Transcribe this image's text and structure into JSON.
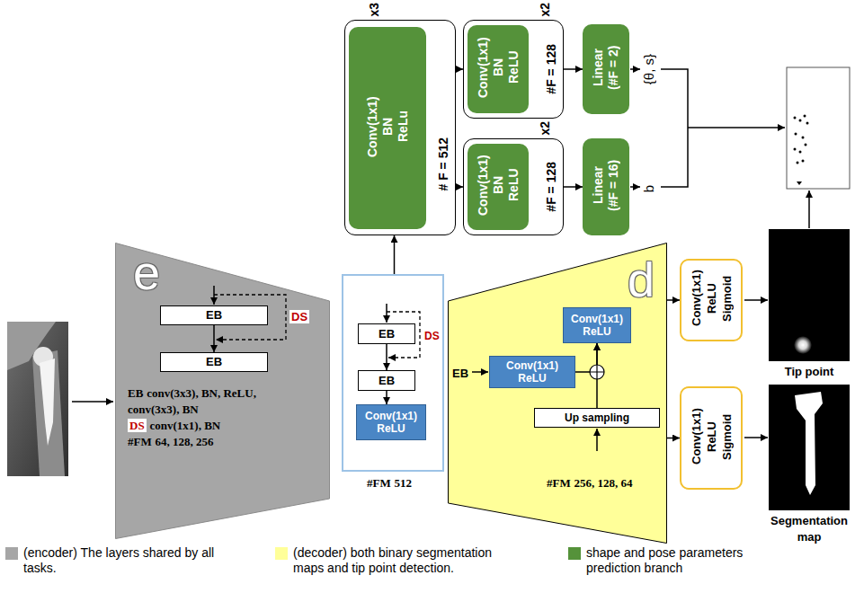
{
  "diagram": {
    "nodes": [
      {
        "text": [
          "e",
          "EB",
          "conv(3x3), BN, ReLU, conv(3x3), BN",
          "DS",
          "conv(1x1), BN",
          "#FM",
          "64, 128, 256"
        ]
      },
      {
        "text": [
          "EB"
        ],
        "in": 0
      },
      {
        "text": [
          "EB"
        ],
        "in": 0
      },
      {
        "text": [
          "#FM",
          "512"
        ]
      },
      {
        "text": [
          "EB"
        ],
        "in": 3
      },
      {
        "text": [
          "EB"
        ],
        "in": 3
      },
      {
        "text": [
          "Conv(1x1) ReLU"
        ],
        "in": 3
      },
      {
        "text": [
          "x3",
          "# F = 512"
        ]
      },
      {
        "text": [
          "Conv(1x1) BN ReLu"
        ],
        "in": 7
      },
      {
        "text": [
          "x2",
          "#F = 128"
        ]
      },
      {
        "text": [
          "Conv(1x1) BN ReLU"
        ],
        "in": 9
      },
      {
        "text": [
          "x2",
          "#F = 128"
        ]
      },
      {
        "text": [
          "Conv(1x1) BN ReLU"
        ],
        "in": 11
      },
      {
        "text": [
          "Linear (#F = 2)"
        ]
      },
      {
        "text": [
          "Linear (#F = 16)"
        ]
      },
      {
        "text": [
          "d",
          "#FM",
          "256, 128, 64"
        ]
      },
      {
        "text": [
          "Conv(1x1) ReLU"
        ],
        "in": 15
      },
      {
        "text": [
          "Up sampling"
        ],
        "in": 15
      },
      {
        "text": [
          "Conv(1x1) ReLU"
        ],
        "in": 15
      },
      {
        "text": [
          "Conv(1x1) ReLU Sigmoid"
        ]
      },
      {
        "text": [
          "Conv(1x1) ReLU Sigmoid"
        ]
      }
    ],
    "edges": [
      {
        "from": 1,
        "to": 2,
        "arrow": "to"
      },
      {
        "from": 4,
        "to": 5,
        "arrow": "to"
      },
      {
        "from": 5,
        "to": 6,
        "arrow": "to"
      },
      {
        "from": 3,
        "to": 7,
        "arrow": "to"
      },
      {
        "from": 7,
        "to": 9,
        "arrow": "to"
      },
      {
        "from": 7,
        "to": 11,
        "arrow": "to"
      },
      {
        "from": 9,
        "to": 13,
        "arrow": "to"
      },
      {
        "from": 11,
        "to": 14,
        "arrow": "to"
      },
      {
        "from": 16,
        "to": 18,
        "arrow": "to"
      },
      {
        "from": 17,
        "to": 18,
        "arrow": "to"
      },
      {
        "from": 15,
        "to": 19,
        "arrow": "to"
      },
      {
        "from": 15,
        "to": 20,
        "arrow": "to"
      }
    ],
    "labels": [
      "DS",
      "DS",
      "{θ, s}",
      "b",
      "EB",
      "Tip point",
      "Segmentation map"
    ],
    "legend": [
      {
        "text": "(encoder) The layers shared by all tasks.",
        "color": "#a6a6a6"
      },
      {
        "text": "(decoder) both binary segmentation maps and tip point detection.",
        "color": "#ffff99"
      },
      {
        "text": "shape and pose parameters prediction branch",
        "color": "#55923a"
      }
    ]
  }
}
